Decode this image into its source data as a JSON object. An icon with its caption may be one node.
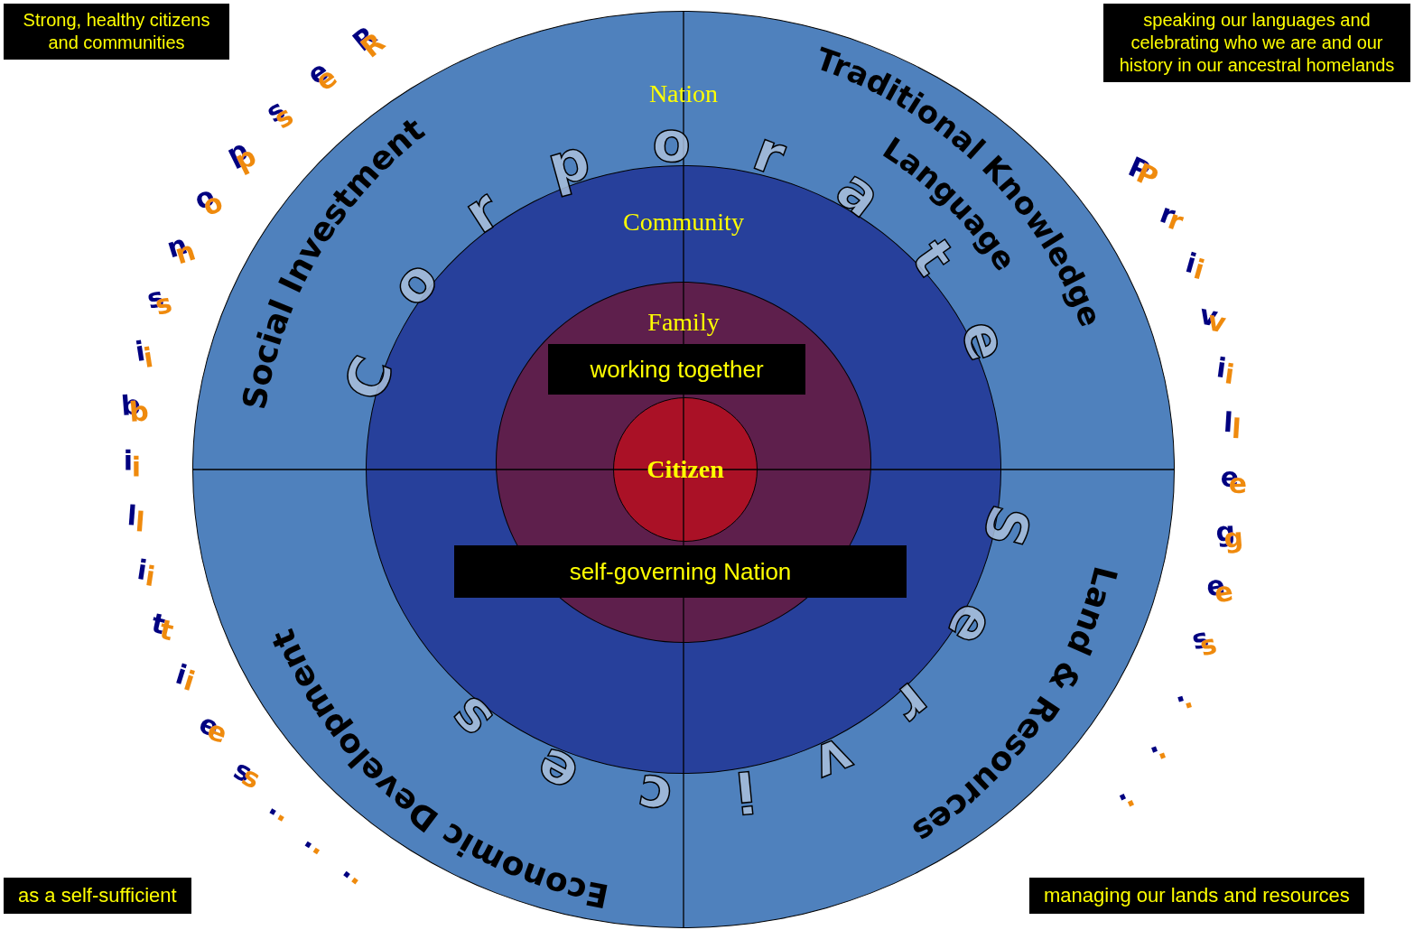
{
  "diagram": {
    "nodes": [
      {
        "text": [
          "Nation"
        ]
      },
      {
        "text": [
          "Community"
        ],
        "in": 0
      },
      {
        "text": [
          "Family"
        ],
        "in": 1
      },
      {
        "text": [
          "Citizen"
        ],
        "in": 2
      },
      {
        "text": [
          "Strong, healthy citizens and communities"
        ]
      },
      {
        "text": [
          "speaking our languages and celebrating who we are and our history in our ancestral homelands"
        ]
      },
      {
        "text": [
          "working together"
        ],
        "in": 2
      },
      {
        "text": [
          "self-governing Nation"
        ],
        "in": 1
      },
      {
        "text": [
          "as a self-sufficient"
        ]
      },
      {
        "text": [
          "managing our lands and resources"
        ]
      }
    ],
    "labels": [
      "Responsibilities . . .",
      "Social Investment",
      "Corporate Services",
      "Traditional Knowledge",
      "Language",
      "Privileges . . .",
      "Economic Development",
      "Land & Resources"
    ]
  }
}
